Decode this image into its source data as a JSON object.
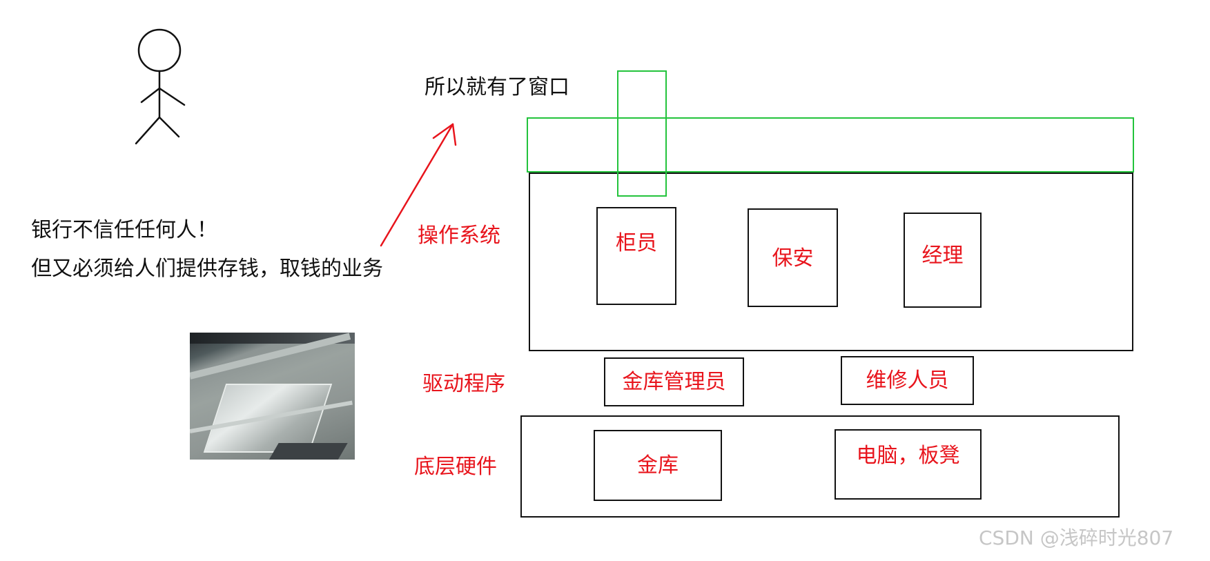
{
  "colors": {
    "red": "#e8141c",
    "black": "#111111",
    "green": "#22c33b",
    "watermark": "#c6c6c6"
  },
  "texts": {
    "window_note": "所以就有了窗口",
    "bank_line1": "银行不信任任何人！",
    "bank_line2": "但又必须给人们提供存钱，取钱的业务"
  },
  "layers": {
    "os": {
      "label": "操作系统",
      "members": [
        "柜员",
        "保安",
        "经理"
      ]
    },
    "driver": {
      "label": "驱动程序",
      "members": [
        "金库管理员",
        "维修人员"
      ]
    },
    "hardware": {
      "label": "底层硬件",
      "members": [
        "金库",
        "电脑，板凳"
      ]
    }
  },
  "icons": {
    "person": "stick-figure-icon",
    "arrow": "arrow-icon",
    "photo": "bank-tray-photo"
  },
  "watermark": "CSDN @浅碎时光807"
}
